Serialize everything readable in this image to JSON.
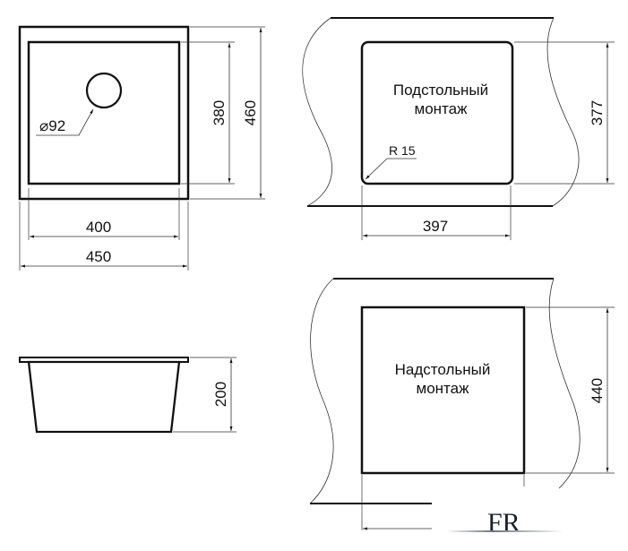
{
  "colors": {
    "line": "#111111",
    "thin_line": "#333333",
    "background": "#ffffff",
    "logo": "#1a1f2b"
  },
  "top_view": {
    "outer_width": "450",
    "inner_width": "400",
    "inner_height": "380",
    "outer_height": "460",
    "drain_diameter": "⌀92",
    "drain_diameter_value": "92"
  },
  "side_view": {
    "depth": "200"
  },
  "undermount": {
    "label_line1": "Подстольный",
    "label_line2": "монтаж",
    "cutout_width": "397",
    "cutout_height": "377",
    "corner_radius": "R 15"
  },
  "topmount": {
    "label_line1": "Надстольный",
    "label_line2": "монтаж",
    "cutout_height": "440"
  },
  "logo": {
    "text": "FR"
  }
}
